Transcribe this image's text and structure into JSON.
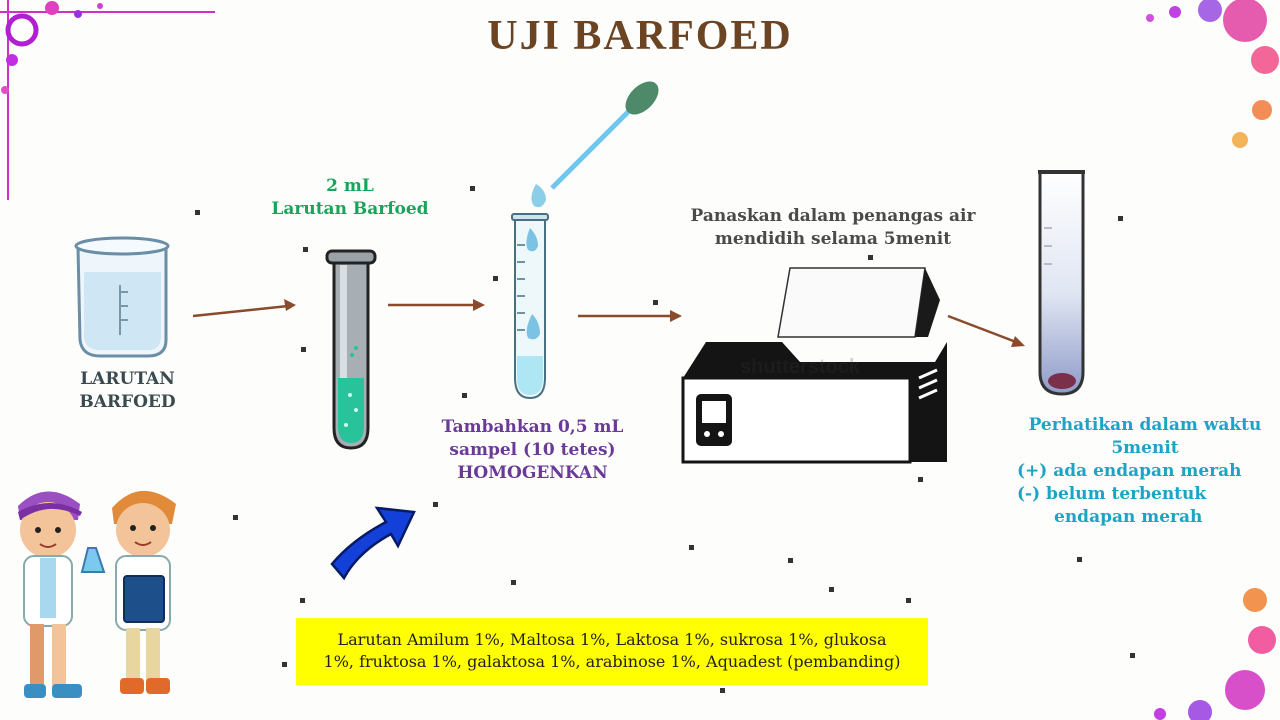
{
  "title": "UJI BARFOED",
  "steps": {
    "beaker_label": [
      "LARUTAN",
      "BARFOED"
    ],
    "barfoed_amount": [
      "2 mL",
      "Larutan Barfoed"
    ],
    "sample_instruction": [
      "Tambahkan 0,5 mL",
      "sampel (10 tetes)",
      "HOMOGENKAN"
    ],
    "heat_instruction": [
      "Panaskan dalam penangas air",
      "mendidih selama 5menit"
    ],
    "observe_instruction": [
      "Perhatikan dalam waktu",
      "5menit",
      "(+) ada endapan merah",
      "(-) belum terbentuk",
      "endapan merah"
    ]
  },
  "samples_box": [
    "Larutan Amilum 1%, Maltosa 1%, Laktosa 1%, sukrosa 1%, glukosa",
    "1%, fruktosa 1%, galaktosa 1%, arabinose 1%, Aquadest (pembanding)"
  ],
  "watermark": "shutterstock",
  "colors": {
    "title": "#6b4423",
    "arrow": "#8b4a2b",
    "green_label": "#1aa35a",
    "purple_label": "#6a3a98",
    "cyan_label": "#1ca3c6",
    "highlight": "#ffff00",
    "blue_arrow": "#1340d8"
  }
}
